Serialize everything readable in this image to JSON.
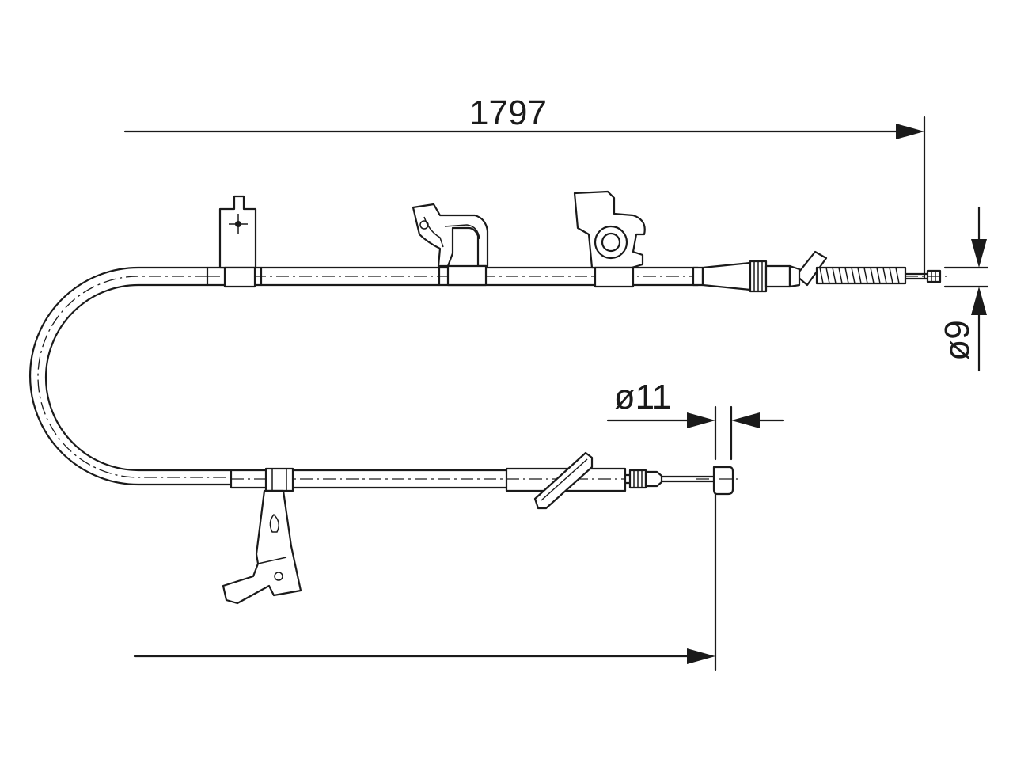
{
  "dimensions": {
    "overall_length": "1797",
    "inner_diameter": "ø9",
    "outer_diameter": "ø11"
  }
}
